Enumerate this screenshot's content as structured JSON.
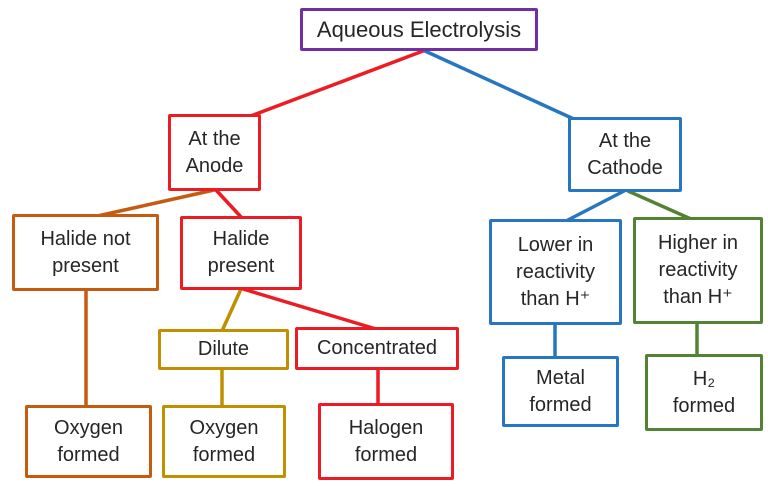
{
  "colors": {
    "purple": "#7030A0",
    "red": "#EC1C24",
    "orange": "#C55A11",
    "gold": "#BF9000",
    "blue": "#2776C0",
    "green": "#548235",
    "text": "#262626",
    "background": "#FFFFFF"
  },
  "nodes": {
    "root": {
      "label": "Aqueous Electrolysis",
      "border_color": "#7030A0"
    },
    "anode": {
      "label": "At the\nAnode",
      "border_color": "#EC1C24"
    },
    "cathode": {
      "label": "At the\nCathode",
      "border_color": "#2776C0"
    },
    "halide_not_present": {
      "label": "Halide not\npresent",
      "border_color": "#C55A11"
    },
    "halide_present": {
      "label": "Halide\npresent",
      "border_color": "#EC1C24"
    },
    "lower_reactivity": {
      "label": "Lower in\nreactivity\nthan H⁺",
      "border_color": "#2776C0"
    },
    "higher_reactivity": {
      "label": "Higher in\nreactivity\nthan H⁺",
      "border_color": "#548235"
    },
    "dilute": {
      "label": "Dilute",
      "border_color": "#BF9000"
    },
    "concentrated": {
      "label": "Concentrated",
      "border_color": "#EC1C24"
    },
    "oxygen_formed_left": {
      "label": "Oxygen\nformed",
      "border_color": "#C55A11"
    },
    "oxygen_formed_mid": {
      "label": "Oxygen\nformed",
      "border_color": "#BF9000"
    },
    "halogen_formed": {
      "label": "Halogen\nformed",
      "border_color": "#EC1C24"
    },
    "metal_formed": {
      "label": "Metal\nformed",
      "border_color": "#2776C0"
    },
    "h2_formed": {
      "label": "H₂\nformed",
      "border_color": "#548235"
    }
  },
  "edges": [
    {
      "from": "root",
      "to": "anode",
      "color": "#EC1C24"
    },
    {
      "from": "root",
      "to": "cathode",
      "color": "#2776C0"
    },
    {
      "from": "anode",
      "to": "halide_not_present",
      "color": "#C55A11"
    },
    {
      "from": "anode",
      "to": "halide_present",
      "color": "#EC1C24"
    },
    {
      "from": "halide_not_present",
      "to": "oxygen_formed_left",
      "color": "#C55A11"
    },
    {
      "from": "halide_present",
      "to": "dilute",
      "color": "#BF9000"
    },
    {
      "from": "halide_present",
      "to": "concentrated",
      "color": "#EC1C24"
    },
    {
      "from": "dilute",
      "to": "oxygen_formed_mid",
      "color": "#BF9000"
    },
    {
      "from": "concentrated",
      "to": "halogen_formed",
      "color": "#EC1C24"
    },
    {
      "from": "cathode",
      "to": "lower_reactivity",
      "color": "#2776C0"
    },
    {
      "from": "cathode",
      "to": "higher_reactivity",
      "color": "#548235"
    },
    {
      "from": "lower_reactivity",
      "to": "metal_formed",
      "color": "#2776C0"
    },
    {
      "from": "higher_reactivity",
      "to": "h2_formed",
      "color": "#548235"
    }
  ]
}
